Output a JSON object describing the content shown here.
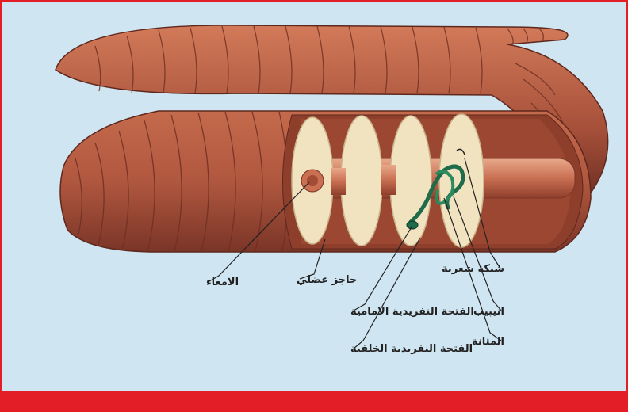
{
  "colors": {
    "frame": "#e41e26",
    "background": "#cfe6f2",
    "worm": "#b0573f",
    "worm_dark": "#7a3527",
    "septum": "#f1e2c0",
    "intestine": "#d98a6e",
    "nephridium": "#1f6b4a",
    "leader_line": "#222222"
  },
  "labels": {
    "capillaries": "شبكة شعرية",
    "tubule": "انيبيب",
    "bladder": "المثانة",
    "intestine": "الامعاء",
    "septum": "حاجز عضلي",
    "front_nephridiopore": "الفتحة النفريدية الامامية",
    "rear_nephridiopore": "الفتحة النفريدية الخلفية"
  }
}
